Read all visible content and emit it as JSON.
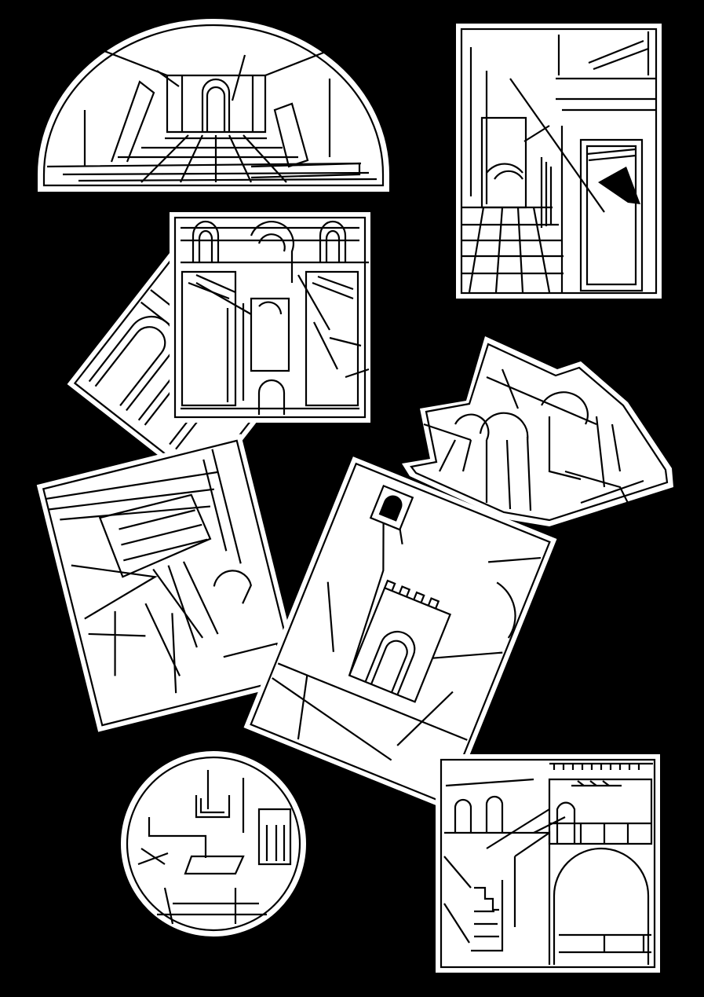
{
  "colors": {
    "background": "#000000",
    "panel": "#ffffff",
    "ink": "#000000"
  },
  "artwork": {
    "panels": [
      "semicircle-corridor",
      "arched-alley",
      "arcade-frame",
      "tilted-arches",
      "skyline-ruins",
      "vaulted-stair-scene",
      "fortified-gate",
      "round-room",
      "stair-courtyard"
    ]
  }
}
